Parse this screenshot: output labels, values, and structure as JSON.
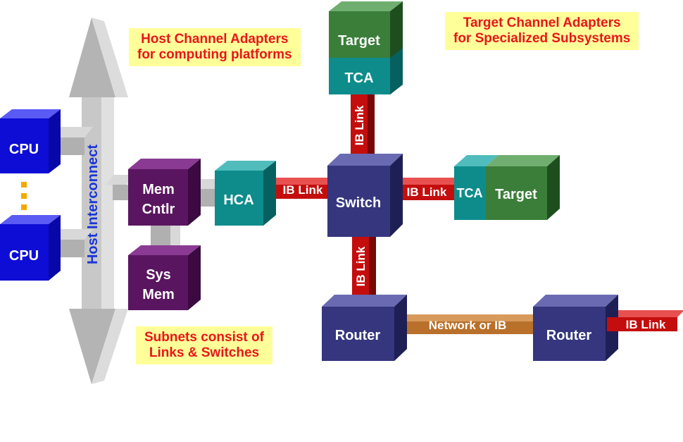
{
  "notes": {
    "hca": {
      "line1": "Host Channel Adapters",
      "line2": "for computing platforms"
    },
    "tca": {
      "line1": "Target Channel Adapters",
      "line2": "for Specialized Subsystems"
    },
    "subnet": {
      "line1": "Subnets consist of",
      "line2": "Links & Switches"
    }
  },
  "host_interconnect": "Host Interconnect",
  "blocks": {
    "cpu_top": "CPU",
    "cpu_bottom": "CPU",
    "mem_cntlr_line1": "Mem",
    "mem_cntlr_line2": "Cntlr",
    "sys_mem_line1": "Sys",
    "sys_mem_line2": "Mem",
    "hca": "HCA",
    "switch": "Switch",
    "tca_top": "TCA",
    "target_top": "Target",
    "tca_right": "TCA",
    "target_right": "Target",
    "router_left": "Router",
    "router_right": "Router"
  },
  "links": {
    "hca_switch": "IB Link",
    "switch_tca": "IB Link",
    "switch_top": "IB Link",
    "switch_router": "IB Link",
    "router_network": "Network or IB",
    "router_out": "IB Link"
  },
  "colors": {
    "cpu": "#0d0dd6",
    "memory": "#5a1560",
    "hca": "#0e8c8c",
    "switch": "#35367e",
    "target": "#3a7e3a",
    "ib_link": "#c40d0d",
    "network_link": "#b8702a",
    "interconnect": "#c8c8c8"
  }
}
